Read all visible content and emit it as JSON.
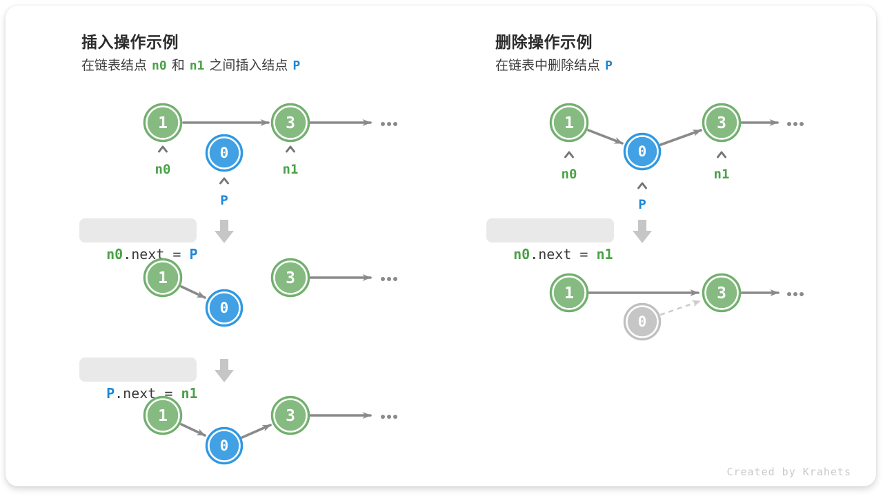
{
  "colors": {
    "node_green": "#85BA81",
    "node_green_border": "#6FAE6B",
    "node_blue": "#41A1E4",
    "node_blue_border": "#2D97E1",
    "node_gray": "#C6C6C6",
    "node_gray_border": "#BFBFBF",
    "text_green": "#4BA148",
    "text_blue": "#1C87D8",
    "arrow": "#8A8A8A",
    "arrow_light": "#CDCDCD",
    "code_bg": "#E9E9E9",
    "block_arrow": "#C6C6C6",
    "caret": "#757575",
    "credit": "#C9C9C9"
  },
  "left": {
    "title": "插入操作示例",
    "subtitle": {
      "t1": "在链表结点",
      "n0": "n0",
      "t2": "和",
      "n1": "n1",
      "t3": "之间插入结点",
      "p": "P"
    },
    "code1": {
      "lhs": "n0",
      "mid": ".next = ",
      "rhs": "P"
    },
    "code2": {
      "lhs": "P",
      "mid": ".next = ",
      "rhs": "n1"
    },
    "labels": {
      "n0": "n0",
      "n1": "n1",
      "p": "P"
    },
    "node_values": {
      "v1": "1",
      "v0": "0",
      "v3": "3"
    }
  },
  "right": {
    "title": "删除操作示例",
    "subtitle": {
      "t1": "在链表中删除结点",
      "p": "P"
    },
    "code1": {
      "lhs": "n0",
      "mid": ".next = ",
      "rhs": "n1"
    },
    "labels": {
      "n0": "n0",
      "n1": "n1",
      "p": "P"
    },
    "node_values": {
      "v1": "1",
      "v0": "0",
      "v3": "3"
    }
  },
  "footer": {
    "credit": "Created by Krahets"
  }
}
